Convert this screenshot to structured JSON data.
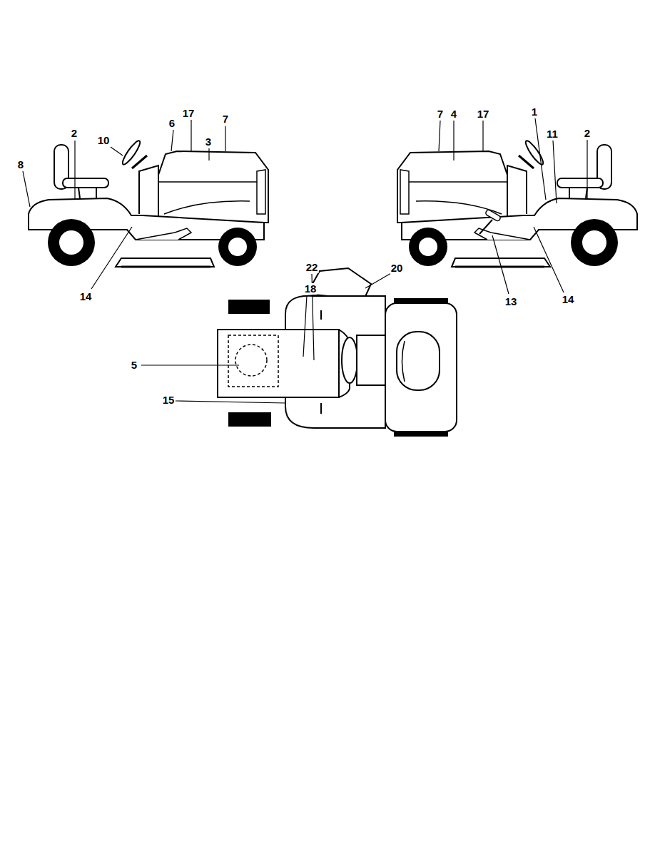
{
  "diagram": {
    "labels": [
      "8",
      "2",
      "10",
      "6",
      "17",
      "3",
      "7",
      "14",
      "7",
      "4",
      "17",
      "1",
      "11",
      "2",
      "13",
      "14",
      "22",
      "20",
      "18",
      "5",
      "15"
    ]
  }
}
